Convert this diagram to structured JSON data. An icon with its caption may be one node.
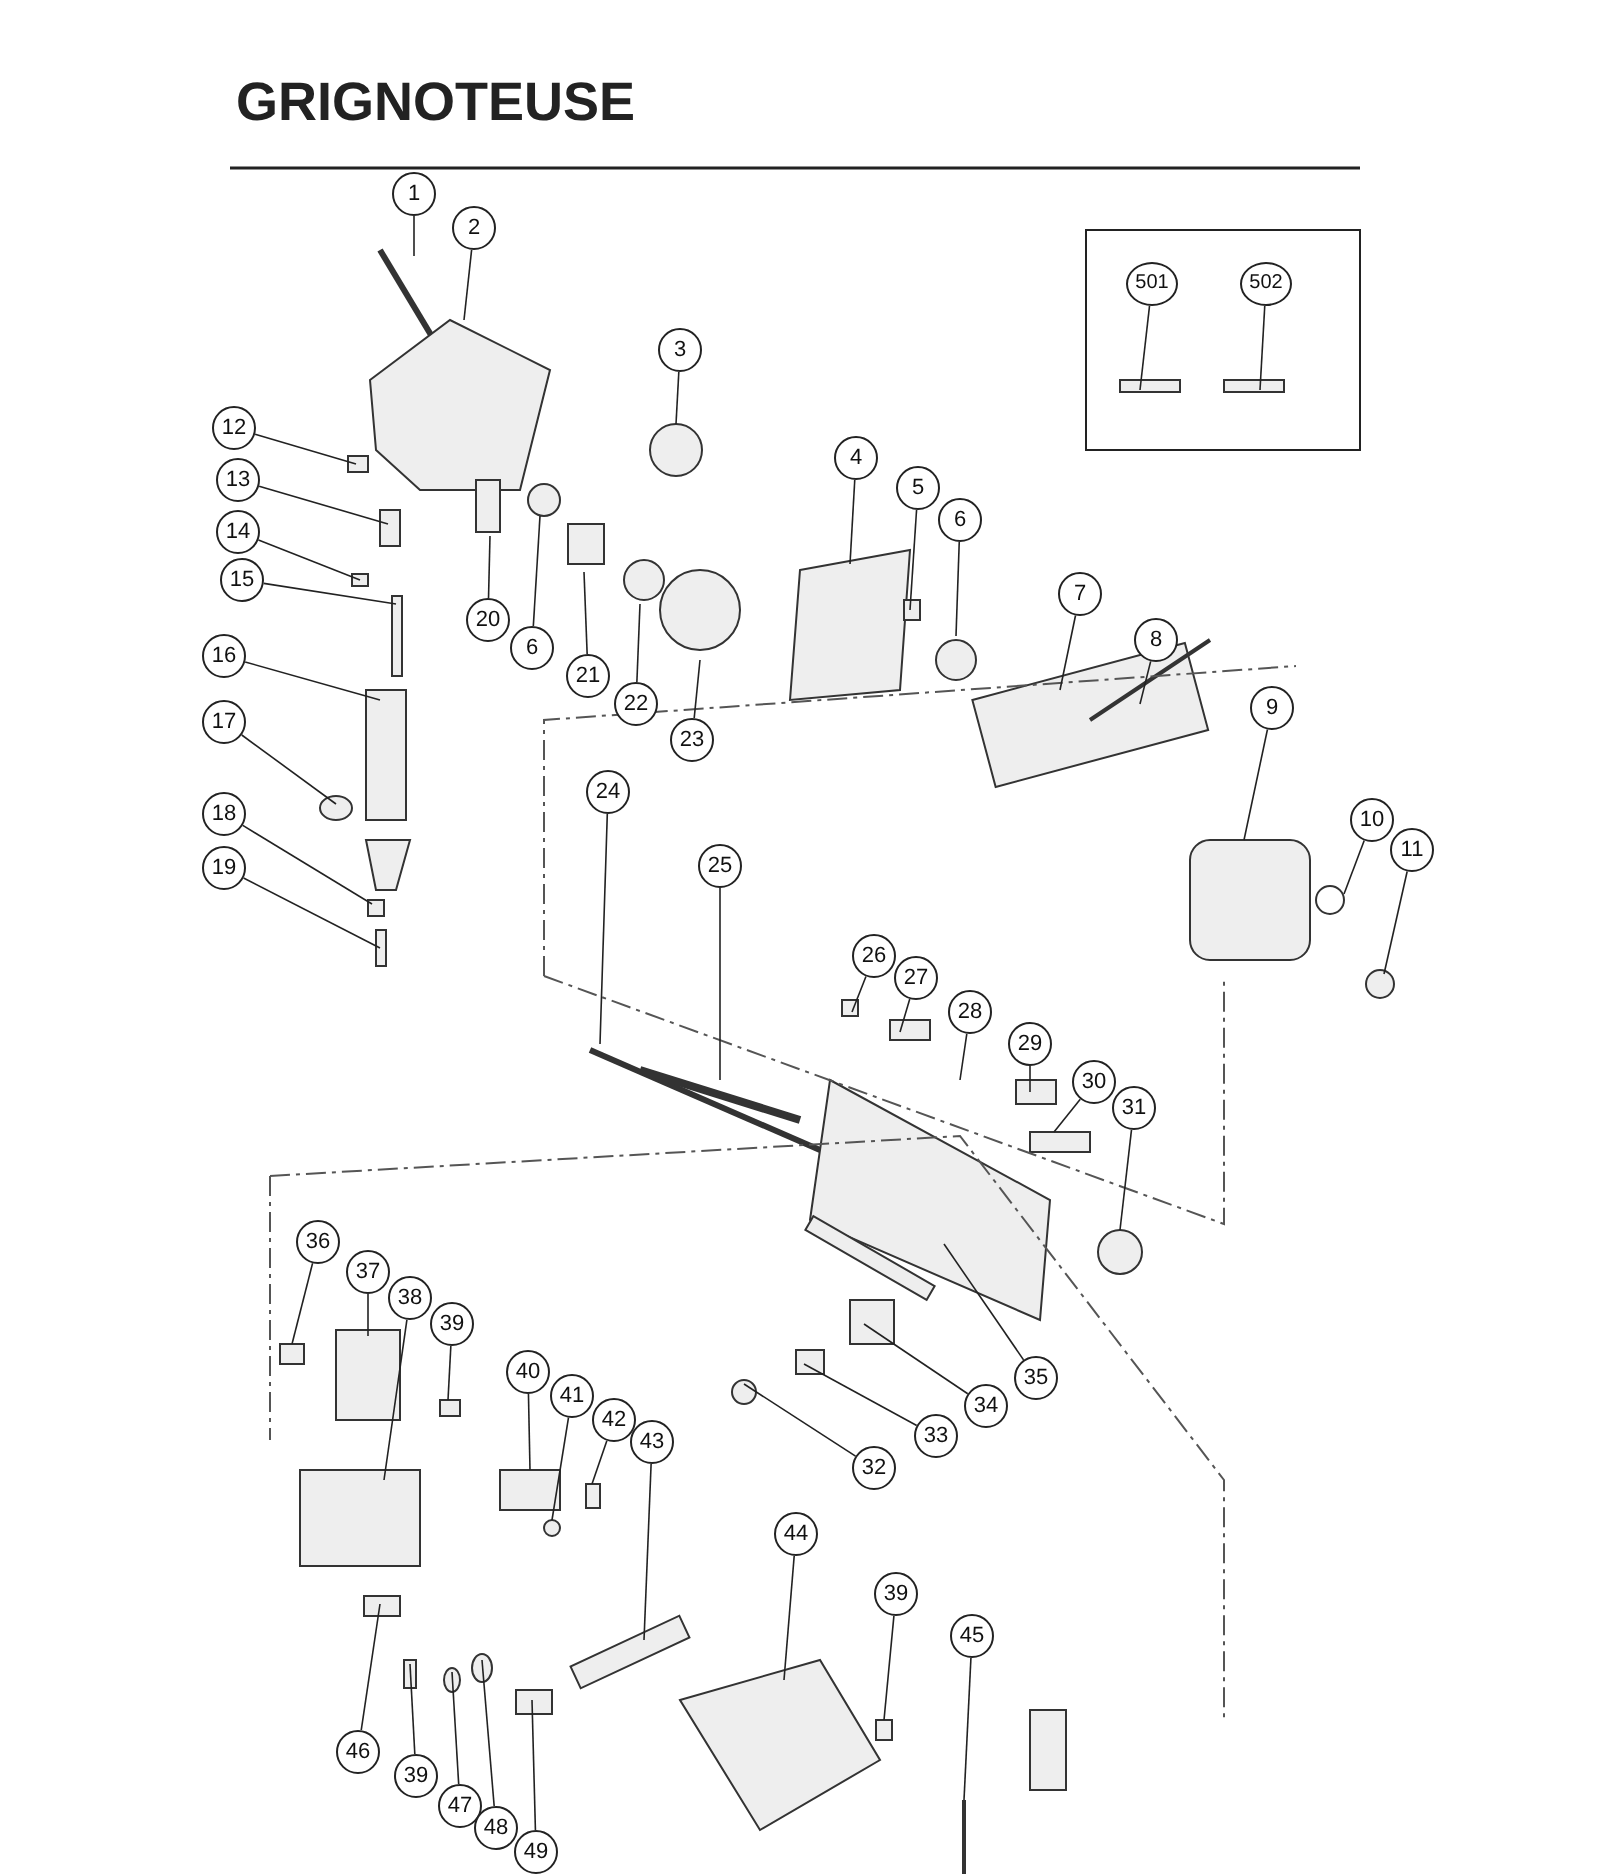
{
  "diagram": {
    "title": "GRIGNOTEUSE",
    "nodes": [
      {
        "text": [
          "1"
        ]
      },
      {
        "text": [
          "2"
        ]
      },
      {
        "text": [
          "3"
        ]
      },
      {
        "text": [
          "4"
        ]
      },
      {
        "text": [
          "5"
        ]
      },
      {
        "text": [
          "6"
        ]
      },
      {
        "text": [
          "7"
        ]
      },
      {
        "text": [
          "8"
        ]
      },
      {
        "text": [
          "9"
        ]
      },
      {
        "text": [
          "10"
        ]
      },
      {
        "text": [
          "11"
        ]
      },
      {
        "text": [
          "12"
        ]
      },
      {
        "text": [
          "13"
        ]
      },
      {
        "text": [
          "14"
        ]
      },
      {
        "text": [
          "15"
        ]
      },
      {
        "text": [
          "16"
        ]
      },
      {
        "text": [
          "17"
        ]
      },
      {
        "text": [
          "18"
        ]
      },
      {
        "text": [
          "19"
        ]
      },
      {
        "text": [
          "20"
        ]
      },
      {
        "text": [
          "6"
        ]
      },
      {
        "text": [
          "21"
        ]
      },
      {
        "text": [
          "22"
        ]
      },
      {
        "text": [
          "23"
        ]
      },
      {
        "text": [
          "24"
        ]
      },
      {
        "text": [
          "25"
        ]
      },
      {
        "text": [
          "26"
        ]
      },
      {
        "text": [
          "27"
        ]
      },
      {
        "text": [
          "28"
        ]
      },
      {
        "text": [
          "29"
        ]
      },
      {
        "text": [
          "30"
        ]
      },
      {
        "text": [
          "31"
        ]
      },
      {
        "text": [
          "32"
        ]
      },
      {
        "text": [
          "33"
        ]
      },
      {
        "text": [
          "34"
        ]
      },
      {
        "text": [
          "35"
        ]
      },
      {
        "text": [
          "36"
        ]
      },
      {
        "text": [
          "37"
        ]
      },
      {
        "text": [
          "38"
        ]
      },
      {
        "text": [
          "39"
        ]
      },
      {
        "text": [
          "40"
        ]
      },
      {
        "text": [
          "41"
        ]
      },
      {
        "text": [
          "42"
        ]
      },
      {
        "text": [
          "43"
        ]
      },
      {
        "text": [
          "44"
        ]
      },
      {
        "text": [
          "39"
        ]
      },
      {
        "text": [
          "45"
        ]
      },
      {
        "text": [
          "46"
        ]
      },
      {
        "text": [
          "39"
        ]
      },
      {
        "text": [
          "47"
        ]
      },
      {
        "text": [
          "48"
        ]
      },
      {
        "text": [
          "49"
        ]
      },
      {
        "text": [
          "501"
        ]
      },
      {
        "text": [
          "502"
        ]
      }
    ],
    "edges": [
      {
        "from": 0,
        "to": null,
        "arrow": "none"
      },
      {
        "from": 1,
        "to": null,
        "arrow": "none"
      },
      {
        "from": 2,
        "to": null,
        "arrow": "none"
      },
      {
        "from": 3,
        "to": null,
        "arrow": "none"
      },
      {
        "from": 4,
        "to": null,
        "arrow": "none"
      },
      {
        "from": 5,
        "to": null,
        "arrow": "none"
      },
      {
        "from": 6,
        "to": null,
        "arrow": "none"
      },
      {
        "from": 7,
        "to": null,
        "arrow": "none"
      },
      {
        "from": 8,
        "to": null,
        "arrow": "none"
      },
      {
        "from": 9,
        "to": null,
        "arrow": "none"
      },
      {
        "from": 10,
        "to": null,
        "arrow": "none"
      },
      {
        "from": 11,
        "to": null,
        "arrow": "none"
      },
      {
        "from": 12,
        "to": null,
        "arrow": "none"
      },
      {
        "from": 13,
        "to": null,
        "arrow": "none"
      },
      {
        "from": 14,
        "to": null,
        "arrow": "none"
      },
      {
        "from": 15,
        "to": null,
        "arrow": "none"
      },
      {
        "from": 16,
        "to": null,
        "arrow": "none"
      },
      {
        "from": 17,
        "to": null,
        "arrow": "none"
      },
      {
        "from": 18,
        "to": null,
        "arrow": "none"
      },
      {
        "from": 19,
        "to": null,
        "arrow": "none"
      },
      {
        "from": 20,
        "to": null,
        "arrow": "none"
      },
      {
        "from": 21,
        "to": null,
        "arrow": "none"
      },
      {
        "from": 22,
        "to": null,
        "arrow": "none"
      },
      {
        "from": 23,
        "to": null,
        "arrow": "none"
      },
      {
        "from": 24,
        "to": null,
        "arrow": "none"
      },
      {
        "from": 25,
        "to": null,
        "arrow": "none"
      },
      {
        "from": 26,
        "to": null,
        "arrow": "none"
      },
      {
        "from": 27,
        "to": null,
        "arrow": "none"
      },
      {
        "from": 28,
        "to": null,
        "arrow": "none"
      },
      {
        "from": 29,
        "to": null,
        "arrow": "none"
      },
      {
        "from": 30,
        "to": null,
        "arrow": "none"
      },
      {
        "from": 31,
        "to": null,
        "arrow": "none"
      },
      {
        "from": 32,
        "to": null,
        "arrow": "none"
      },
      {
        "from": 33,
        "to": null,
        "arrow": "none"
      },
      {
        "from": 34,
        "to": null,
        "arrow": "none"
      },
      {
        "from": 35,
        "to": null,
        "arrow": "none"
      },
      {
        "from": 36,
        "to": null,
        "arrow": "none"
      },
      {
        "from": 37,
        "to": null,
        "arrow": "none"
      },
      {
        "from": 38,
        "to": null,
        "arrow": "none"
      },
      {
        "from": 39,
        "to": null,
        "arrow": "none"
      },
      {
        "from": 40,
        "to": null,
        "arrow": "none"
      },
      {
        "from": 41,
        "to": null,
        "arrow": "none"
      },
      {
        "from": 42,
        "to": null,
        "arrow": "none"
      },
      {
        "from": 43,
        "to": null,
        "arrow": "none"
      },
      {
        "from": 44,
        "to": null,
        "arrow": "none"
      },
      {
        "from": 45,
        "to": null,
        "arrow": "none"
      },
      {
        "from": 46,
        "to": null,
        "arrow": "none"
      },
      {
        "from": 47,
        "to": null,
        "arrow": "none"
      },
      {
        "from": 48,
        "to": null,
        "arrow": "none"
      },
      {
        "from": 49,
        "to": null,
        "arrow": "none"
      },
      {
        "from": 50,
        "to": null,
        "arrow": "none"
      },
      {
        "from": 51,
        "to": null,
        "arrow": "none"
      },
      {
        "from": 52,
        "to": null,
        "arrow": "none"
      },
      {
        "from": 53,
        "to": null,
        "arrow": "none"
      }
    ]
  }
}
